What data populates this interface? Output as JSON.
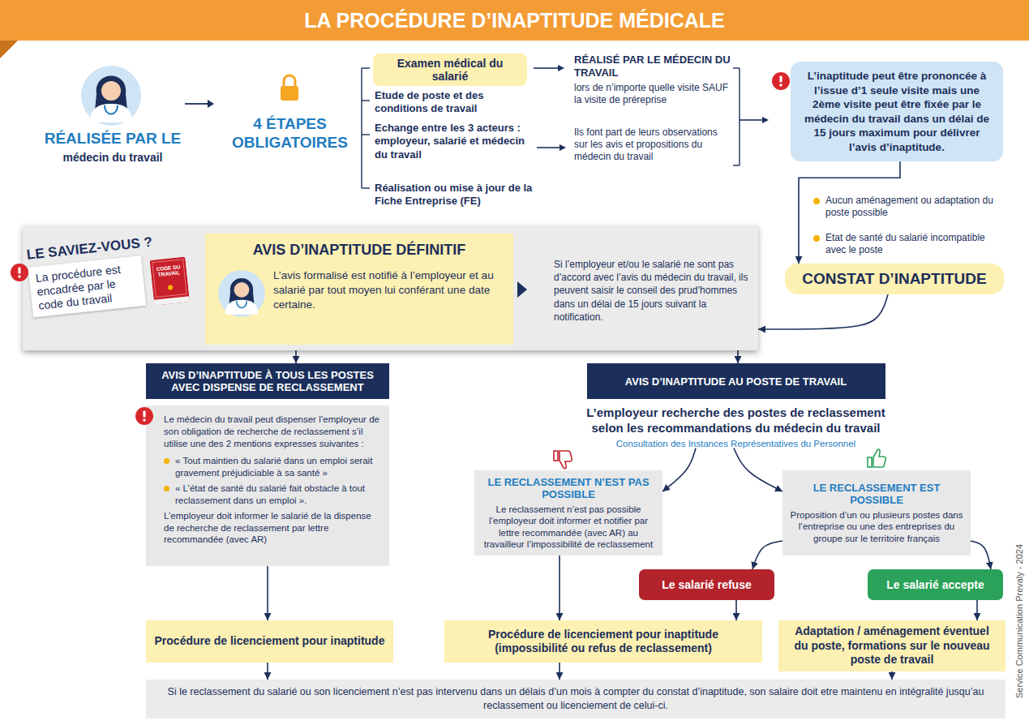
{
  "diagram": {
    "title": "LA PROCÉDURE D’INAPTITUDE MÉDICALE",
    "nodes": [
      {
        "text": [
          "Examen médical du salarié"
        ]
      },
      {
        "text": [
          "L’inaptitude peut être prononcée à l’issue d’1 seule visite mais une 2ème visite peut être fixée par le médecin du travail dans un délai de 15 jours maximum pour délivrer l’avis d’inaptitude."
        ]
      },
      {
        "text": [
          "CONSTAT D’INAPTITUDE"
        ]
      },
      {
        "text": [
          "Si l’employeur et/ou le salarié ne sont pas d’accord avec l’avis du médecin du travail, ils peuvent saisir le conseil des prud’hommes dans un délai de 15 jours suivant la notification."
        ]
      },
      {
        "text": [
          "LE SAVIEZ-VOUS ?",
          "La procédure est encadrée par le code du travail"
        ],
        "in": 3
      },
      {
        "text": [
          "AVIS D’INAPTITUDE DÉFINITIF",
          "L’avis formalisé est notifié à l’employeur et au salarié par tout moyen lui conférant une date certaine."
        ],
        "in": 3
      },
      {
        "text": [
          "AVIS D’INAPTITUDE À TOUS LES POSTES AVEC DISPENSE DE RECLASSEMENT"
        ]
      },
      {
        "text": [
          "Le médecin du travail peut dispenser l’employeur de son obligation de recherche de reclassement s’il utilise une des 2 mentions expresses suivantes :",
          "« Tout maintien du salarié dans un emploi serait gravement préjudiciable à sa santé »",
          "« L’état de santé du salarié fait obstacle à tout reclassement dans un emploi ».",
          "L’employeur doit informer le salarié de la dispense de recherche de reclassement par lettre recommandée (avec AR)"
        ]
      },
      {
        "text": [
          "AVIS D’INAPTITUDE AU POSTE DE TRAVAIL",
          "L’employeur recherche des postes de reclassement selon les recommandations du médecin du travail",
          "Consultation des Instances Représentatives du Personnel"
        ]
      },
      {
        "text": [
          "LE RECLASSEMENT N’EST PAS POSSIBLE",
          "Le reclassement n’est pas possible l’employeur doit informer et notifier par lettre recommandée (avec AR) au travailleur l’impossibilité de reclassement"
        ]
      },
      {
        "text": [
          "LE RECLASSEMENT EST POSSIBLE",
          "Proposition d’un ou plusieurs postes dans l’entreprise ou une des entreprises du groupe sur le territoire français"
        ]
      },
      {
        "text": [
          "Le salarié refuse"
        ]
      },
      {
        "text": [
          "Le salarié accepte"
        ]
      },
      {
        "text": [
          "Procédure de licenciement pour inaptitude"
        ]
      },
      {
        "text": [
          "Procédure de licenciement pour inaptitude (impossibilité ou refus de reclassement)"
        ]
      },
      {
        "text": [
          "Adaptation / aménagement éventuel du poste, formations sur le nouveau poste de travail"
        ]
      },
      {
        "text": [
          "Si le reclassement du salarié ou son licenciement n’est pas intervenu dans un délais d’un mois à compter du constat d’inaptitude, son salaire doit etre maintenu en intégralité jusqu’au reclassement ou licenciement de celui-ci."
        ]
      }
    ],
    "edges": [
      {
        "from": 1,
        "to": 2,
        "arrow": "to"
      },
      {
        "from": 2,
        "to": 3,
        "arrow": "to"
      },
      {
        "from": 3,
        "to": 6,
        "arrow": "to"
      },
      {
        "from": 3,
        "to": 8,
        "arrow": "to"
      },
      {
        "from": 8,
        "to": 9,
        "arrow": "to"
      },
      {
        "from": 8,
        "to": 10,
        "arrow": "to"
      },
      {
        "from": 10,
        "to": 11,
        "arrow": "to"
      },
      {
        "from": 10,
        "to": 12,
        "arrow": "to"
      },
      {
        "from": 7,
        "to": 13,
        "arrow": "to"
      },
      {
        "from": 9,
        "to": 14,
        "arrow": "to"
      },
      {
        "from": 11,
        "to": 14,
        "arrow": "to"
      },
      {
        "from": 12,
        "to": 15,
        "arrow": "to"
      },
      {
        "from": 13,
        "to": 16,
        "arrow": "to"
      },
      {
        "from": 14,
        "to": 16,
        "arrow": "to"
      },
      {
        "from": 15,
        "to": 16,
        "arrow": "to"
      }
    ],
    "labels": [
      "RÉALISÉE PAR LE",
      "médecin du travail",
      "4 ÉTAPES OBLIGATOIRES",
      "Etude de poste et des conditions de travail",
      "Echange entre les 3 acteurs : employeur, salarié et médecin du travail",
      "Réalisation ou mise à jour de la Fiche Entreprise (FE)",
      "RÉALISÉ PAR LE MÉDECIN DU TRAVAIL",
      "lors de n’importe quelle visite SAUF la visite de préreprise",
      "Ils font part de leurs observations sur les avis et propositions du médecin du travail",
      "Aucun aménagement ou adaptation du poste possible",
      "Etat de santé du salarié incompatible avec le poste",
      "CODE DU TRAVAIL",
      "Service Communication Prevaly - 2024"
    ]
  }
}
